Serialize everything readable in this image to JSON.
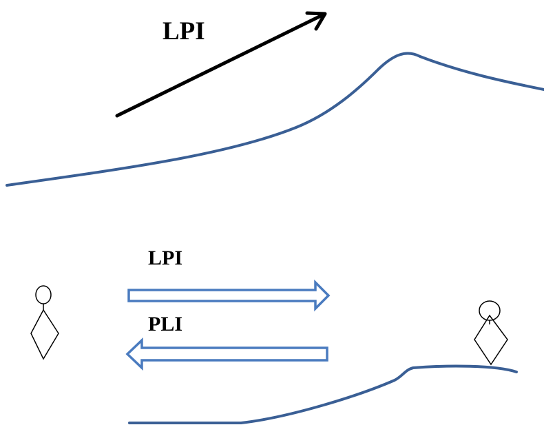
{
  "labels": {
    "top_arrow": "LPI",
    "right_arrow": "LPI",
    "left_arrow": "PLI"
  },
  "colors": {
    "terrain": "#3a5f95",
    "hollow_arrow": "#4a7bbf",
    "ink": "#000000"
  }
}
